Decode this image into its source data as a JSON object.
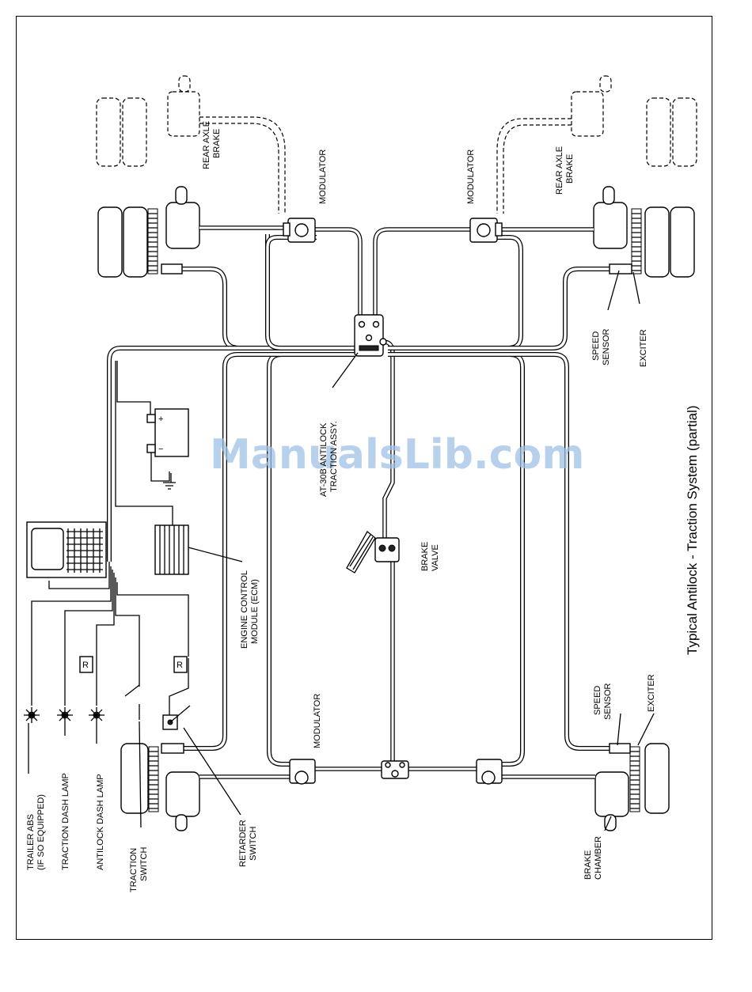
{
  "title": "Typical Antilock - Traction System (partial)",
  "watermark": "ManualsLib.com",
  "labels": {
    "rear_axle_brake_left": [
      "REAR AXLE",
      "BRAKE"
    ],
    "rear_axle_brake_right": [
      "REAR AXLE",
      "BRAKE"
    ],
    "modulator_top_left": "MODULATOR",
    "modulator_top_right": "MODULATOR",
    "modulator_bottom": "MODULATOR",
    "at30_assy": [
      "AT-30B ANTILOCK",
      "TRACTION ASSY."
    ],
    "speed_sensor_top": [
      "SPEED",
      "SENSOR"
    ],
    "exciter_top": "EXCITER",
    "speed_sensor_bottom": [
      "SPEED",
      "SENSOR"
    ],
    "exciter_bottom": "EXCITER",
    "brake_valve": [
      "BRAKE",
      "VALVE"
    ],
    "ecm": [
      "ENGINE CONTROL",
      "MODULE (ECM)"
    ],
    "trailer_abs": [
      "TRAILER ABS",
      "(IF SO EQUIPPED)"
    ],
    "traction_dash_lamp": "TRACTION DASH LAMP",
    "antilock_dash_lamp": "ANTILOCK DASH LAMP",
    "traction_switch": [
      "TRACTION",
      "SWITCH"
    ],
    "retarder_switch": [
      "RETARDER",
      "SWITCH"
    ],
    "brake_chamber": [
      "BRAKE",
      "CHAMBER"
    ],
    "battery_plus": "+",
    "battery_minus": "−",
    "relay_letter": "R"
  },
  "colors": {
    "ink": "#000000",
    "watermark": "#9fc2e6"
  }
}
